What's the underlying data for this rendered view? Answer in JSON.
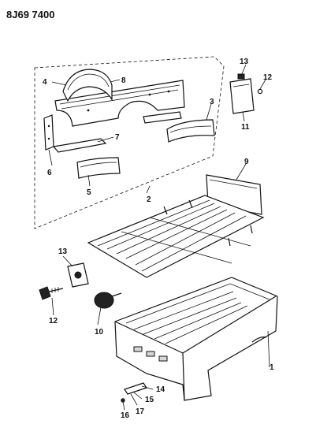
{
  "diagram_code": "8J69 7400",
  "callouts": [
    "1",
    "2",
    "3",
    "4",
    "5",
    "6",
    "7",
    "8",
    "9",
    "10",
    "11",
    "12",
    "12",
    "13",
    "13",
    "14",
    "15",
    "16",
    "17"
  ]
}
